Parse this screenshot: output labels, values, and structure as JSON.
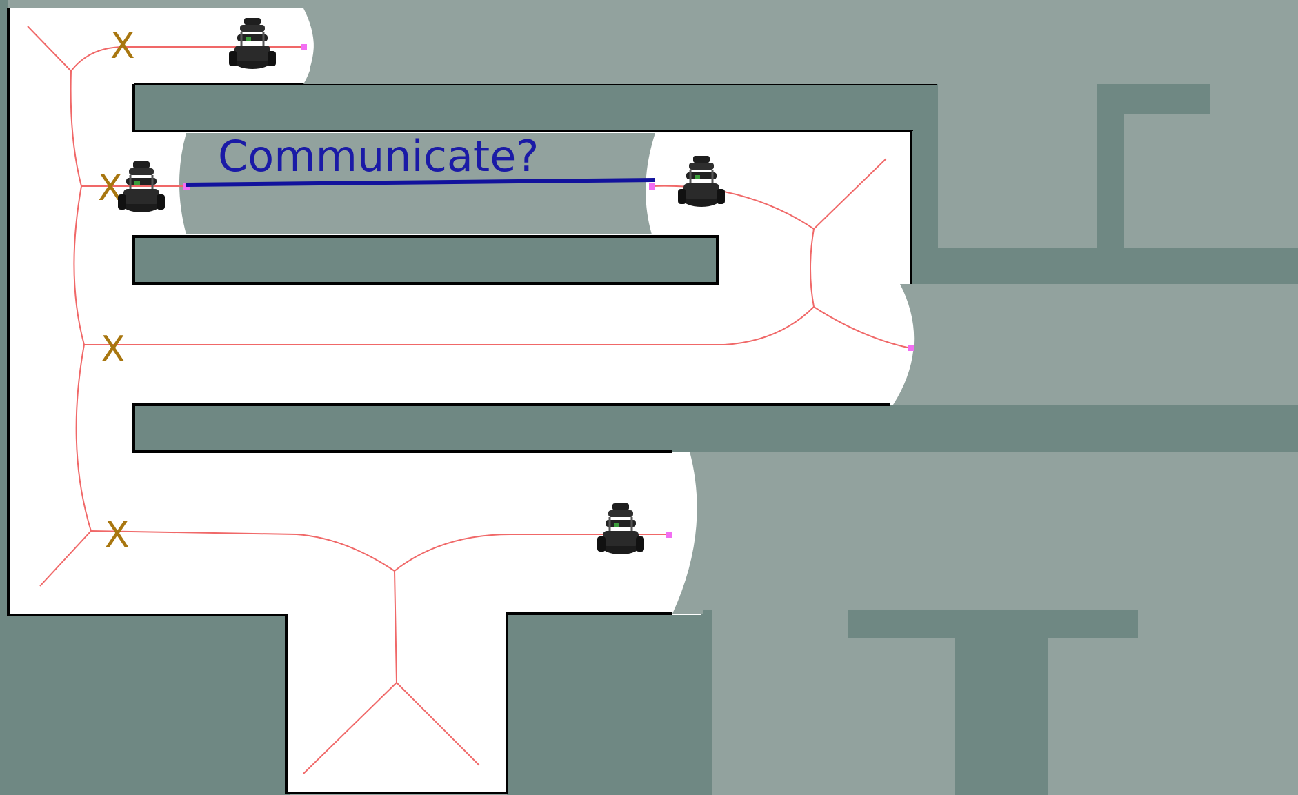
{
  "caption": "Communicate?",
  "frontier_marker": "X",
  "colors": {
    "free_space": "#ffffff",
    "unknown_space": "#92a29e",
    "wall": "#6f8883",
    "wall_edge": "#000000",
    "voronoi_graph": "#f06868",
    "frontier_point": "#f26ef2",
    "comm_link": "#12129c",
    "caption": "#1a1aa6",
    "x_marker": "#a8760f"
  },
  "icons": {
    "robot": "turtlebot-robot-icon",
    "frontier": "x-marker-icon"
  },
  "robot_count": 4,
  "x_marker_count": 4
}
